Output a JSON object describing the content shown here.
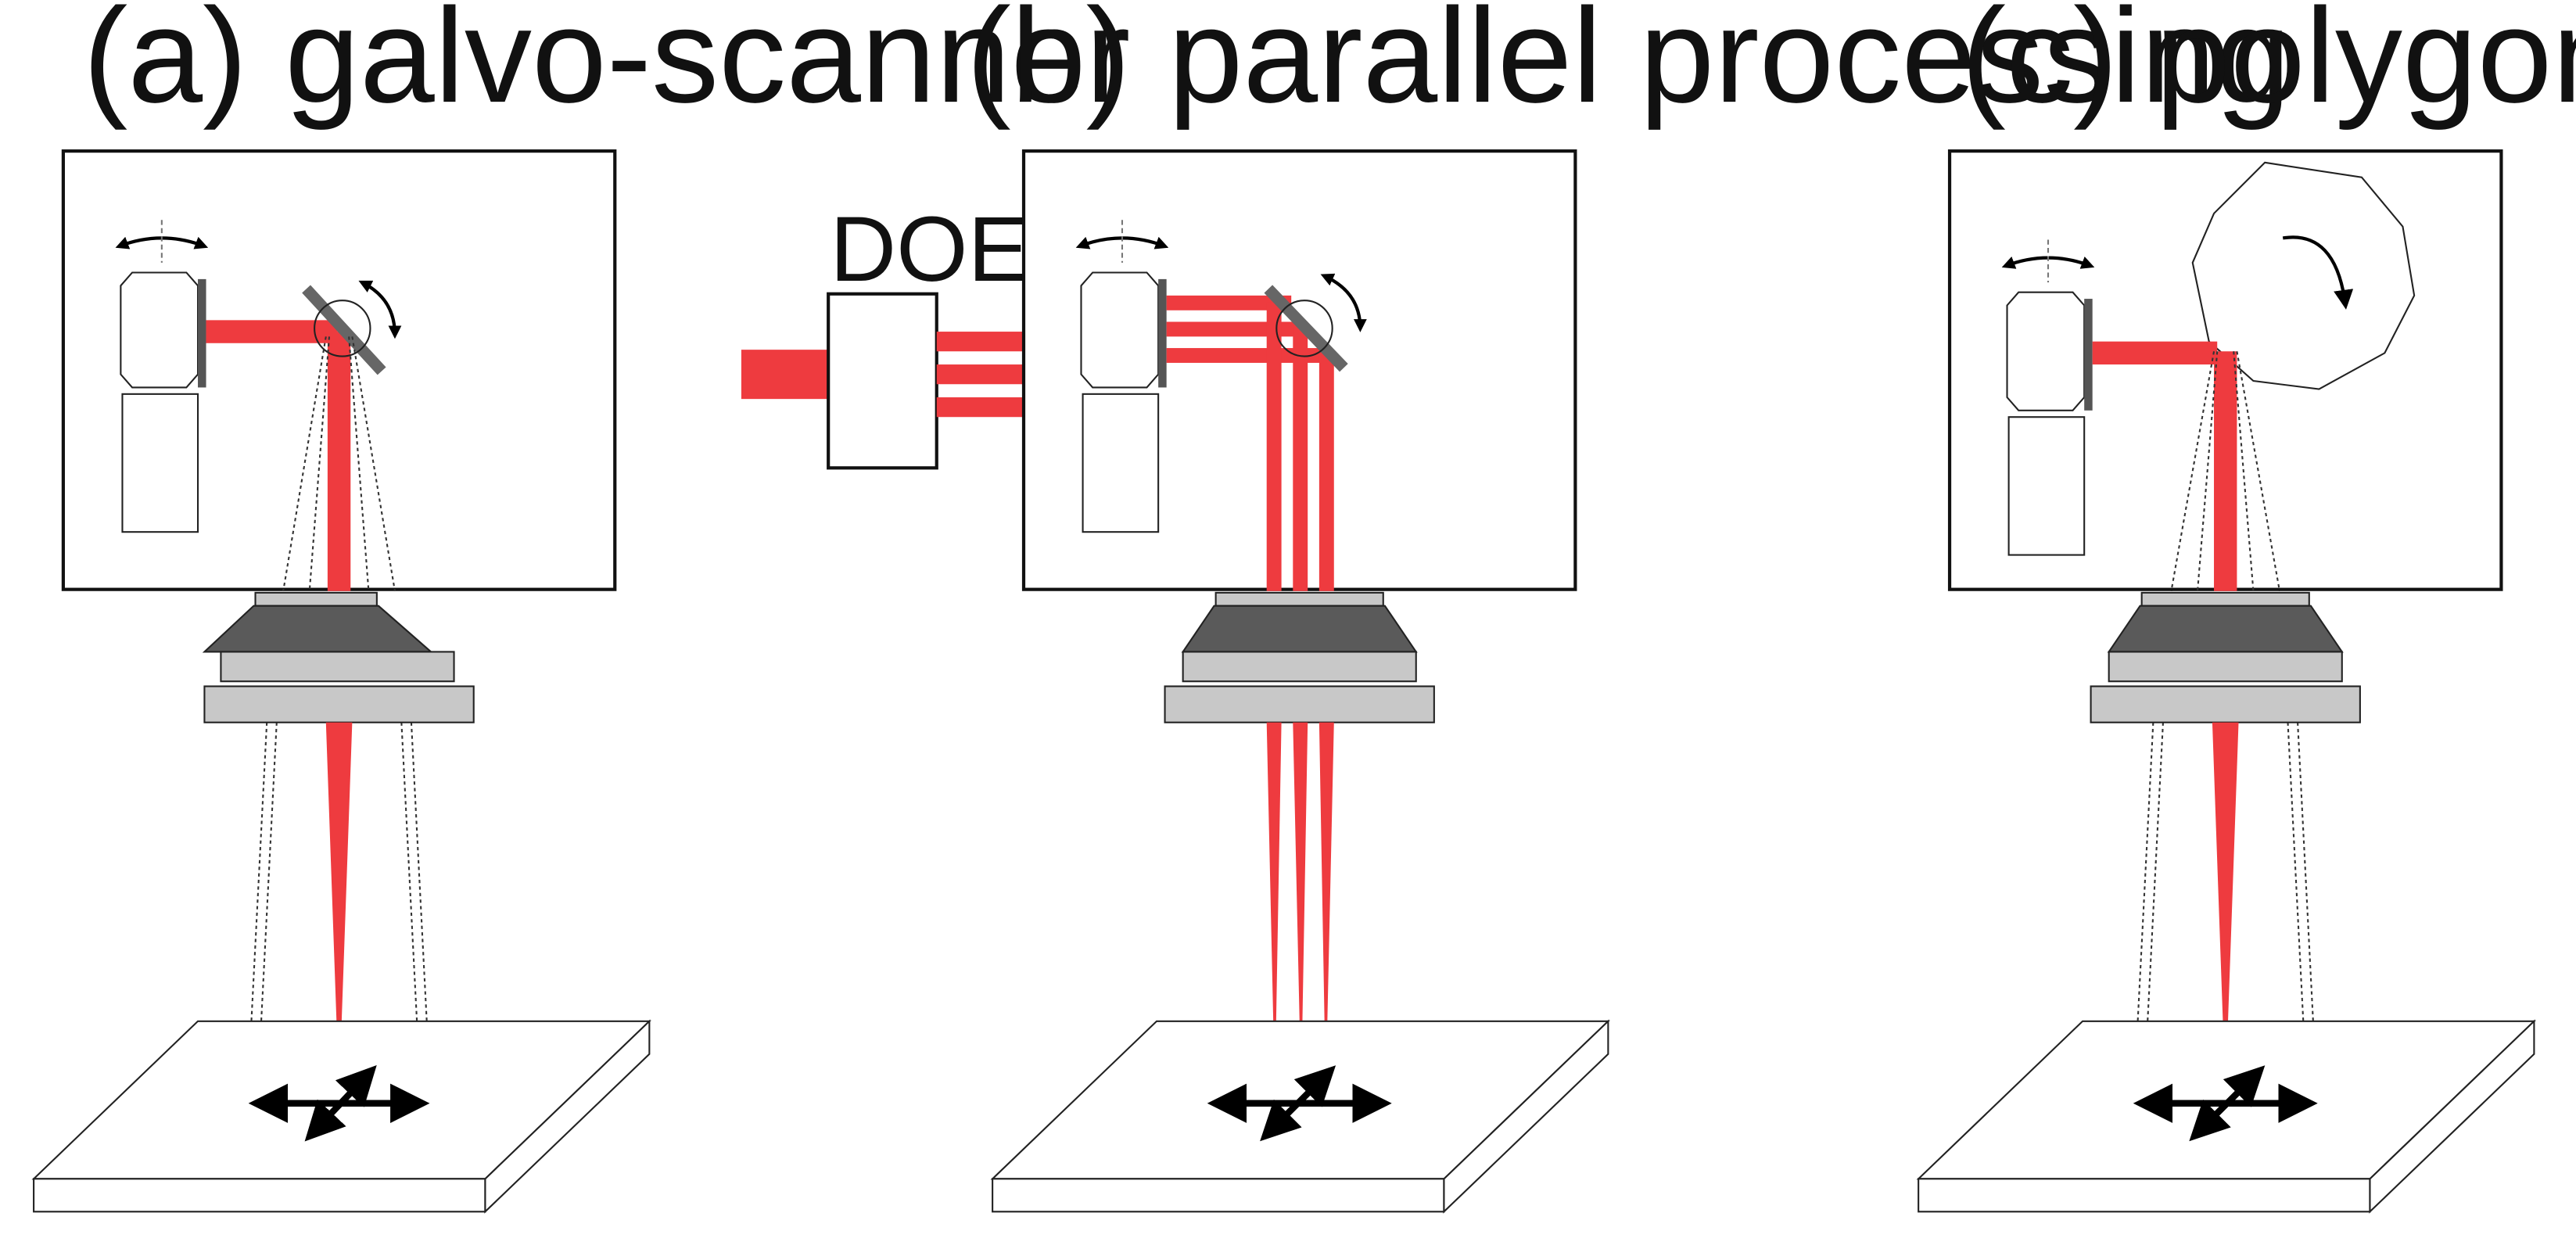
{
  "panels": [
    {
      "id": "a",
      "title": "(a) galvo-scanner"
    },
    {
      "id": "b",
      "title": "(b) parallel processing",
      "doe_label": "DOE"
    },
    {
      "id": "c",
      "title": "(c) polygon-mirror"
    }
  ],
  "colors": {
    "laser": "#ee3b3f",
    "lens_dark": "#5a5a5a",
    "lens_light": "#c8c8c8",
    "outline": "#111111"
  }
}
